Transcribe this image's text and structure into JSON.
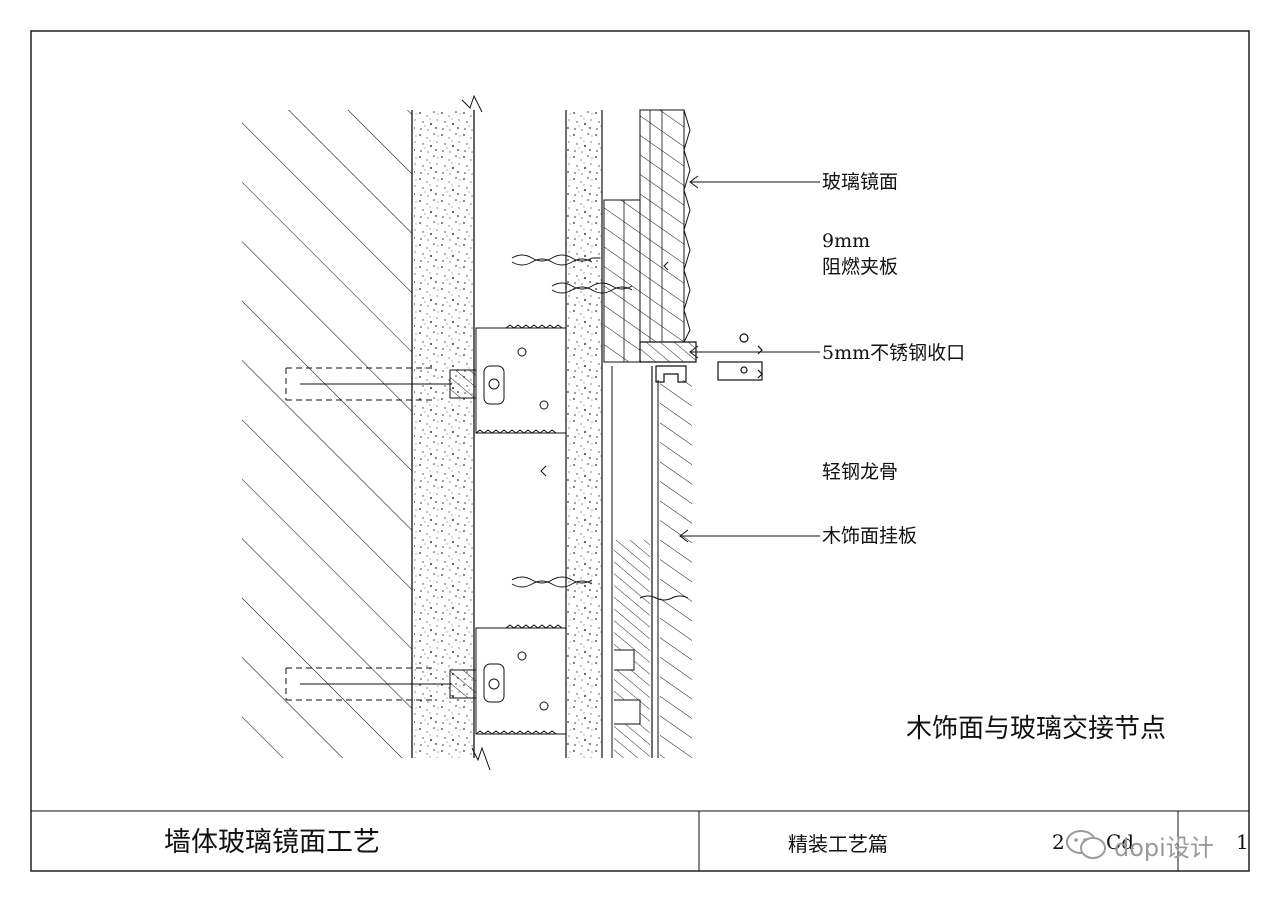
{
  "labels": {
    "glass_mirror": "玻璃镜面",
    "plywood_size": "9mm",
    "plywood_name": "阻燃夹板",
    "steel_trim": "5mm不锈钢收口",
    "light_steel_keel": "轻钢龙骨",
    "wood_panel": "木饰面挂板"
  },
  "detail_title": "木饰面与玻璃交接节点",
  "title_block": {
    "drawing_name": "墙体玻璃镜面工艺",
    "category": "精装工艺篇",
    "code_left": "2",
    "code_mid": "Cd",
    "code_right": "1",
    "watermark": "dopi设计"
  },
  "colors": {
    "line": "#111111",
    "background": "#ffffff",
    "watermark": "#9a9a9a"
  }
}
